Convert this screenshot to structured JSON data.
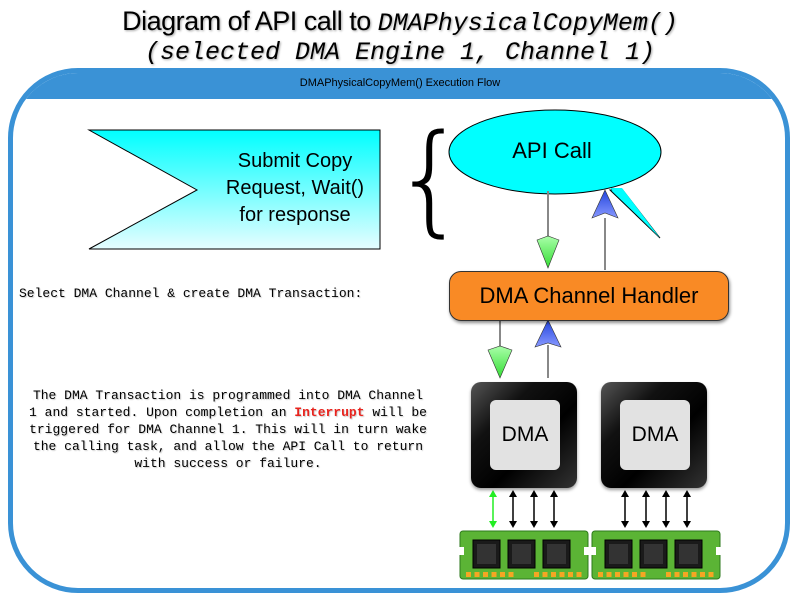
{
  "title": {
    "line1_prefix": "Diagram of API call to ",
    "line1_function": "DMAPhysicalCopyMem()",
    "line2": "(selected DMA Engine 1, Channel 1)"
  },
  "frame": {
    "title": "DMAPhysicalCopyMem() Execution Flow"
  },
  "flag": {
    "text_line1": "Submit Copy",
    "text_line2": "Request, Wait()",
    "text_line3": "for response"
  },
  "brace": {
    "glyph": "{"
  },
  "api_bubble": {
    "label": "API Call"
  },
  "select_label": "Select DMA Channel & create DMA Transaction:",
  "handler": {
    "label": "DMA Channel Handler"
  },
  "description": {
    "part1": "The DMA Transaction is programmed into DMA Channel 1 and started. Upon completion an ",
    "highlight": "Interrupt",
    "part2": " will be triggered for DMA Channel 1. This will in turn wake the calling task, and allow the API Call to return with success or failure."
  },
  "dma_engines": [
    {
      "label": "DMA",
      "selected": true
    },
    {
      "label": "DMA",
      "selected": false
    }
  ],
  "colors": {
    "frame_blue": "#3a92d6",
    "cyan": "#00ffff",
    "handler_orange": "#f98a25",
    "down_arrow_green": "#55ee55",
    "up_arrow_blue": "#4466ee",
    "interrupt_red": "#e8231d",
    "ram_green": "#58b030"
  }
}
